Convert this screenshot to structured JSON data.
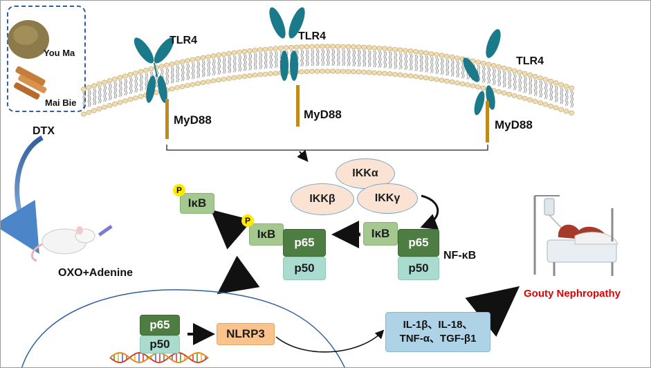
{
  "herbs": {
    "herb1": "You Ma",
    "herb2": "Mai Bie"
  },
  "drug_label": "DTX",
  "model_label": "OXO+Adenine",
  "receptor": "TLR4",
  "adaptor": "MyD88",
  "ikk": {
    "alpha": "IKKα",
    "beta": "IKKβ",
    "gamma": "IKKγ"
  },
  "ikb": "IκB",
  "phospho": "P",
  "p65": "p65",
  "p50": "p50",
  "nfkb": "NF-κB",
  "nlrp3": "NLRP3",
  "cytokines": {
    "line1": "IL-1β、IL-18、",
    "line2": "TNF-α、TGF-β1"
  },
  "outcome": "Gouty Nephropathy",
  "colors": {
    "membrane": "#f1dcae",
    "receptor": "#1a7a8a",
    "myd88": "#c08a1c",
    "p65": "#4e7d43",
    "p50": "#a9dccf",
    "ikb": "#a4c88f",
    "ikk": "#fbe3d3",
    "nlrp3": "#f9c38b",
    "cytokine_box": "#aed3e6",
    "outcome": "#e30000",
    "herb_box_border": "#2f5f9e"
  }
}
